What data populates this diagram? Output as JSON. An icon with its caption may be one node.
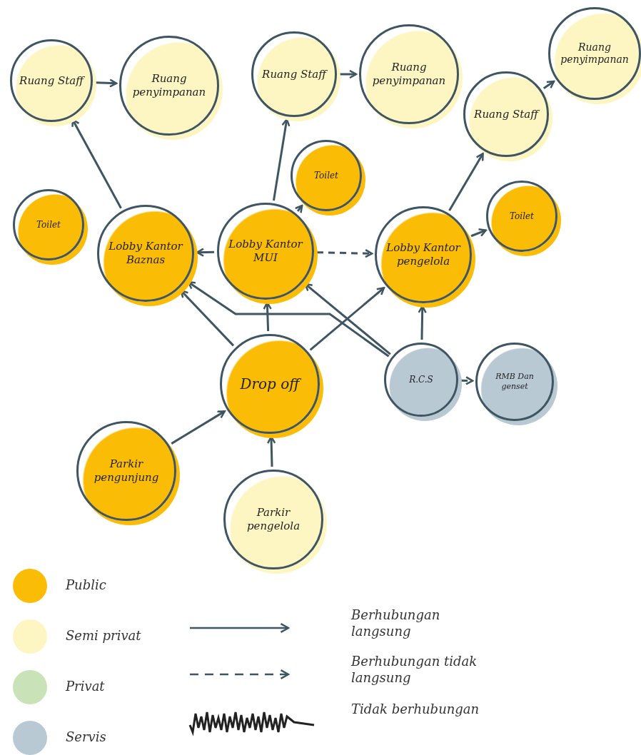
{
  "diagram": {
    "nodes": [
      {
        "text": [
          "Ruang Staff"
        ]
      },
      {
        "text": [
          "Ruang penyimpanan"
        ]
      },
      {
        "text": [
          "Ruang Staff"
        ]
      },
      {
        "text": [
          "Ruang penyimpanan"
        ]
      },
      {
        "text": [
          "Ruang penyimpanan"
        ]
      },
      {
        "text": [
          "Ruang Staff"
        ]
      },
      {
        "text": [
          "Toilet"
        ]
      },
      {
        "text": [
          "Toilet"
        ]
      },
      {
        "text": [
          "Lobby Kantor Baznas"
        ]
      },
      {
        "text": [
          "Lobby Kantor MUI"
        ]
      },
      {
        "text": [
          "Lobby Kantor pengelola"
        ]
      },
      {
        "text": [
          "Toilet"
        ]
      },
      {
        "text": [
          "Drop off"
        ]
      },
      {
        "text": [
          "R.C.S"
        ]
      },
      {
        "text": [
          "RMB Dan genset"
        ]
      },
      {
        "text": [
          "Parkir pengunjung"
        ]
      },
      {
        "text": [
          "Parkir pengelola"
        ]
      }
    ],
    "edges": [
      {
        "from": 0,
        "to": 1,
        "arrow": "to"
      },
      {
        "from": 2,
        "to": 3,
        "arrow": "to"
      },
      {
        "from": 5,
        "to": 4,
        "arrow": "to"
      },
      {
        "from": 8,
        "to": 0,
        "arrow": "to"
      },
      {
        "from": 9,
        "to": 2,
        "arrow": "to"
      },
      {
        "from": 9,
        "to": 6,
        "arrow": "to"
      },
      {
        "from": 9,
        "to": 8,
        "arrow": "to"
      },
      {
        "from": 9,
        "to": 10,
        "arrow": "to",
        "style": "dashed"
      },
      {
        "from": 10,
        "to": 5,
        "arrow": "to"
      },
      {
        "from": 10,
        "to": 11,
        "arrow": "to"
      },
      {
        "from": 12,
        "to": 8,
        "arrow": "to"
      },
      {
        "from": 12,
        "to": 9,
        "arrow": "to"
      },
      {
        "from": 12,
        "to": 10,
        "arrow": "to"
      },
      {
        "from": 13,
        "to": 8,
        "arrow": "to"
      },
      {
        "from": 13,
        "to": 9,
        "arrow": "to"
      },
      {
        "from": 13,
        "to": 10,
        "arrow": "to"
      },
      {
        "from": 13,
        "to": 14,
        "arrow": "to",
        "style": "dashed"
      },
      {
        "from": 15,
        "to": 12,
        "arrow": "to"
      },
      {
        "from": 16,
        "to": 12,
        "arrow": "to"
      }
    ],
    "legend": [
      {
        "text": "Public",
        "color": "#fbbc05"
      },
      {
        "text": "Semi privat",
        "color": "#fdf6c3"
      },
      {
        "text": "Privat",
        "color": "#c9e2b8"
      },
      {
        "text": "Servis",
        "color": "#b9c9d3"
      },
      {
        "text": "Berhubungan langsung"
      },
      {
        "text": "Berhubungan tidak langsung"
      },
      {
        "text": "Tidak berhubungan"
      }
    ]
  }
}
